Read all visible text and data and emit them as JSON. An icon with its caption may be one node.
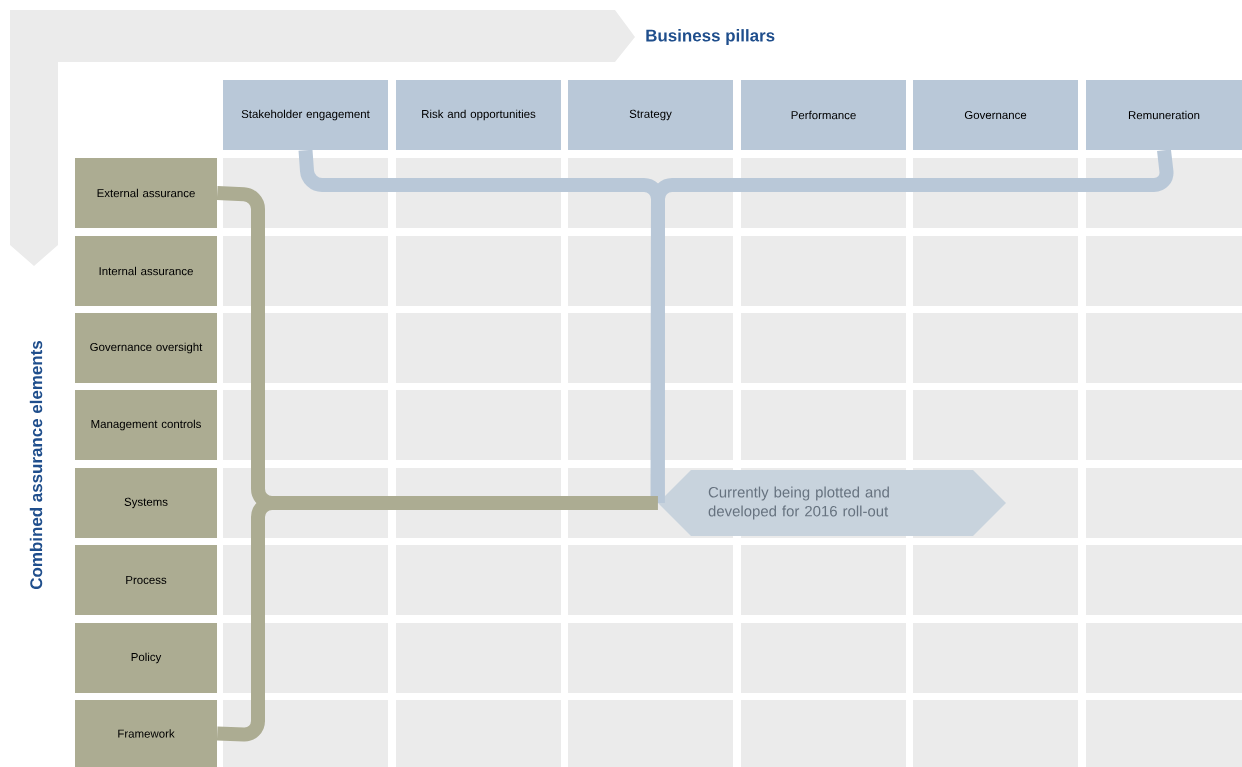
{
  "diagram": {
    "nodes": [
      {
        "text": [
          "Stakeholder engagement"
        ]
      },
      {
        "text": [
          "Risk and opportunities"
        ]
      },
      {
        "text": [
          "Strategy"
        ]
      },
      {
        "text": [
          "Performance"
        ]
      },
      {
        "text": [
          "Governance"
        ]
      },
      {
        "text": [
          "Remuneration"
        ]
      },
      {
        "text": [
          "External assurance"
        ]
      },
      {
        "text": [
          "Internal assurance"
        ]
      },
      {
        "text": [
          "Governance oversight"
        ]
      },
      {
        "text": [
          "Management controls"
        ]
      },
      {
        "text": [
          "Systems"
        ]
      },
      {
        "text": [
          "Process"
        ]
      },
      {
        "text": [
          "Policy"
        ]
      },
      {
        "text": [
          "Framework"
        ]
      },
      {
        "text": [
          "Currently being plotted and developed for 2016 roll-out"
        ]
      }
    ],
    "edges": [
      {
        "from": 0,
        "to": 14,
        "arrow": "none",
        "color": "#b9c8d8"
      },
      {
        "from": 5,
        "to": 14,
        "arrow": "none",
        "color": "#b9c8d8"
      },
      {
        "from": 6,
        "to": 14,
        "arrow": "none",
        "color": "#acac92"
      },
      {
        "from": 13,
        "to": 14,
        "arrow": "none",
        "color": "#acac92"
      }
    ],
    "labels": [
      "Business pillars",
      "Combined assurance elements"
    ]
  }
}
